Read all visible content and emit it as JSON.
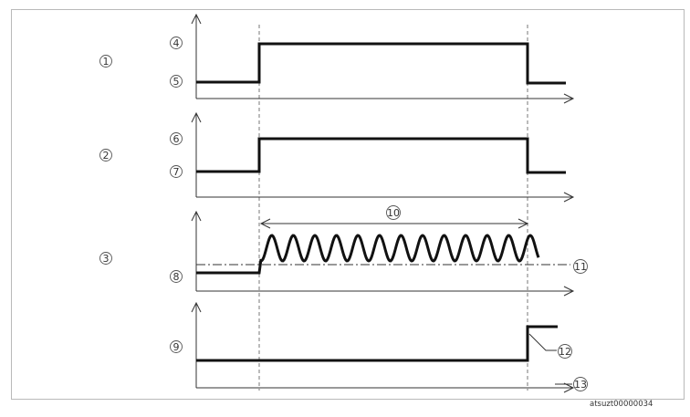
{
  "markers": {
    "row1": "1",
    "row2": "2",
    "row3": "3",
    "level4": "4",
    "level5": "5",
    "level6": "6",
    "level7": "7",
    "level8": "8",
    "level9": "9",
    "duration": "10",
    "threshold": "11",
    "step_edge": "12",
    "time_axis": "13"
  },
  "image_code": "atsuzt00000034",
  "colors": {
    "line": "#111111",
    "guide": "#777777",
    "frame": "#b9b9b9"
  }
}
